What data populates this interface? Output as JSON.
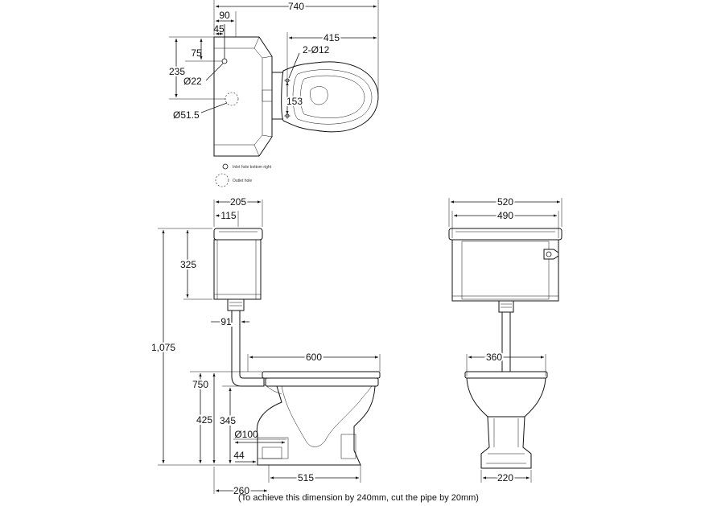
{
  "plan": {
    "overall_width": "740",
    "inlet_offset_x": "90",
    "inlet_offset_x2": "45",
    "inlet_offset_y": "75",
    "outlet_offset_y": "235",
    "inlet_diameter": "Ø22",
    "outlet_diameter": "Ø51.5",
    "bowl_depth": "415",
    "fixing_holes": "2-Ø12",
    "fixing_spacing": "153"
  },
  "legend": {
    "inlet": "Inlet hole bottom right",
    "outlet": "Outlet hole"
  },
  "side": {
    "cistern_depth": "205",
    "cistern_depth_inner": "115",
    "cistern_height": "325",
    "pipe_offset": "91",
    "total_height": "1,075",
    "cistern_base_height": "750",
    "rim_height": "425",
    "outlet_height": "345",
    "pan_depth": "600",
    "outlet_diameter": "Ø100",
    "outlet_centre": "44",
    "floor_to_outlet": "515",
    "wall_to_outlet": "260"
  },
  "front": {
    "cistern_width": "520",
    "cistern_width_inner": "490",
    "pan_width": "360",
    "pedestal_width": "220"
  },
  "note": "(To achieve this dimension by 240mm, cut the pipe by 20mm)"
}
